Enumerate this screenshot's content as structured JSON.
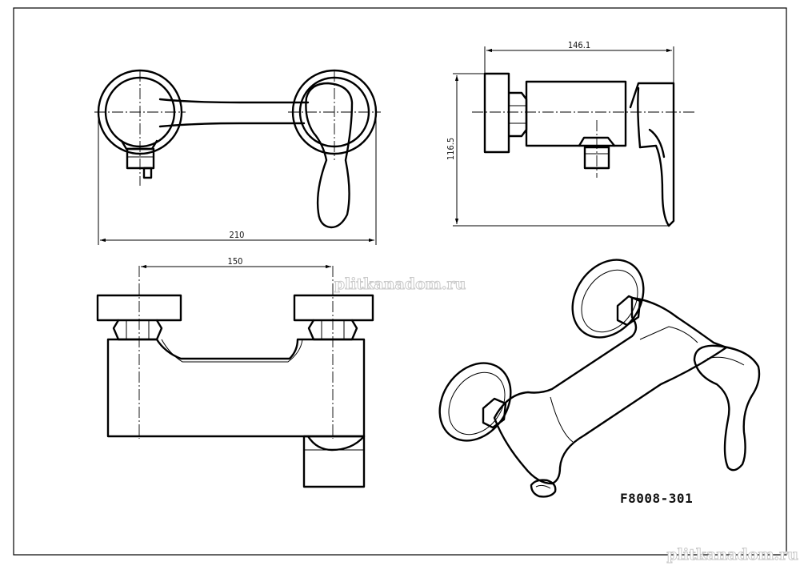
{
  "drawing": {
    "dim_top_width": "146.1",
    "dim_side_height": "116.5",
    "dim_plan_width": "210",
    "dim_front_centers": "150",
    "model_code": "F8008-301"
  },
  "watermark": {
    "center_text": "plitkanadom.ru",
    "corner_text": "plitkanadom.ru"
  }
}
